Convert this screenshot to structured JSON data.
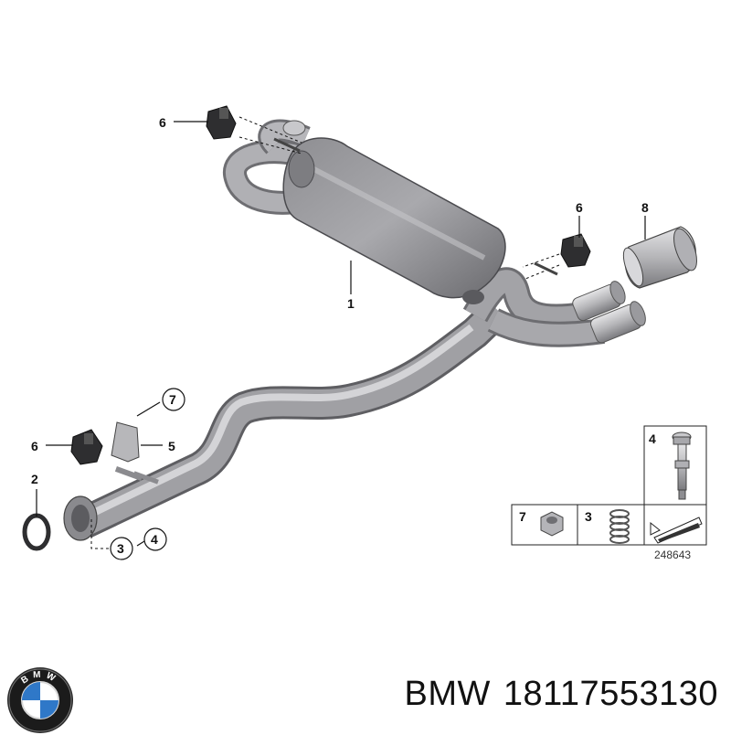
{
  "diagram": {
    "callouts": {
      "c1": "1",
      "c2": "2",
      "c3": "3",
      "c4": "4",
      "c5": "5",
      "c6a": "6",
      "c6b": "6",
      "c6c": "6",
      "c7": "7",
      "c8": "8"
    },
    "legend": {
      "bolt_label": "4",
      "nut_label": "7",
      "spring_label": "3"
    },
    "drawing_number": "248643"
  },
  "logo": {
    "letters": "BMW"
  },
  "caption": {
    "brand": "BMW",
    "part_number": "18117553130"
  },
  "colors": {
    "metal_dark": "#6f6f72",
    "metal_mid": "#9a9a9d",
    "metal_light": "#c9c9cc",
    "bmw_blue": "#2f78c8"
  }
}
